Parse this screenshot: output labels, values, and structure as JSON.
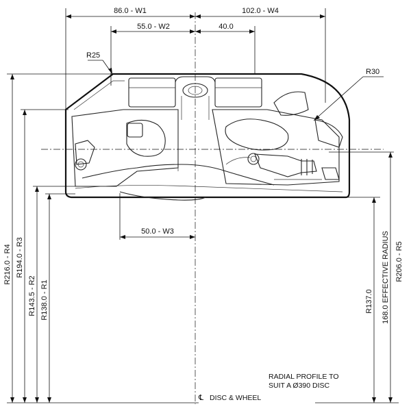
{
  "dimensions": {
    "w1": "86.0 - W1",
    "w4": "102.0 - W4",
    "w2": "55.0 - W2",
    "w40": "40.0",
    "w3": "50.0 - W3",
    "r25": "R25",
    "r30": "R30",
    "r4": "R216.0 - R4",
    "r3": "R194.0 - R3",
    "r2": "R143.5 - R2",
    "r1": "R138.0 - R1",
    "r137": "R137.0",
    "effective": "168.0 EFFECTIVE RADIUS",
    "r5": "R206.0 - R5"
  },
  "notes": {
    "radial_line1": "RADIAL PROFILE TO",
    "radial_line2": "SUIT A Ø390 DISC",
    "centerline_symbol": "℄",
    "centerline_label": "DISC & WHEEL"
  }
}
